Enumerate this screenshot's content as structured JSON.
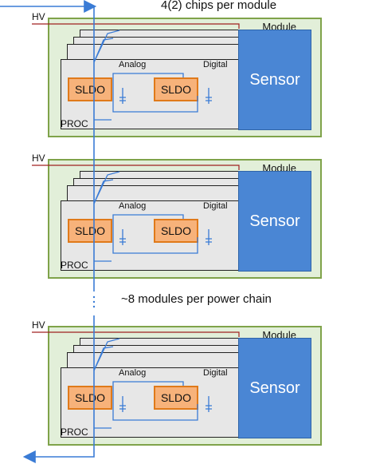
{
  "header_note": "4(2) chips per module",
  "middle_note": "~8 modules per power chain",
  "dots": "·",
  "modules": [
    {
      "label": "Module",
      "sensor": "Sensor",
      "sldo_analog": "SLDO",
      "sldo_digital": "SLDO",
      "analog": "Analog",
      "digital": "Digital",
      "proc": "PROC",
      "hv": "HV"
    },
    {
      "label": "Module",
      "sensor": "Sensor",
      "sldo_analog": "SLDO",
      "sldo_digital": "SLDO",
      "analog": "Analog",
      "digital": "Digital",
      "proc": "PROC",
      "hv": "HV"
    },
    {
      "label": "Module",
      "sensor": "Sensor",
      "sldo_analog": "SLDO",
      "sldo_digital": "SLDO",
      "analog": "Analog",
      "digital": "Digital",
      "proc": "PROC",
      "hv": "HV"
    }
  ],
  "colors": {
    "module_fill": "#e2efd9",
    "module_border": "#7fa34a",
    "sensor_fill": "#4a86d4",
    "sldo_fill": "#f7b27a",
    "sldo_border": "#e07a1a",
    "power_line": "#3a7bd5",
    "hv_line": "#a02020"
  }
}
